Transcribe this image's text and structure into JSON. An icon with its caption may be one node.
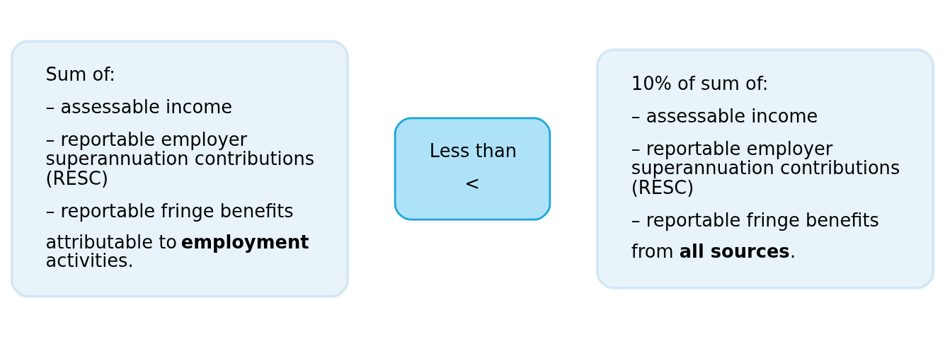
{
  "diagram": {
    "nodes": [
      {
        "text": [
          "Sum of:",
          "– assessable income",
          "– reportable employer superannuation contributions (RESC)",
          "– reportable fringe benefits",
          "attributable to **employment** activities."
        ]
      },
      {
        "text": [
          "Less than",
          "<"
        ]
      },
      {
        "text": [
          "10% of sum of:",
          "– assessable income",
          "– reportable employer superannuation contributions (RESC)",
          "– reportable fringe benefits",
          "from **all sources**."
        ]
      }
    ],
    "edges": []
  }
}
